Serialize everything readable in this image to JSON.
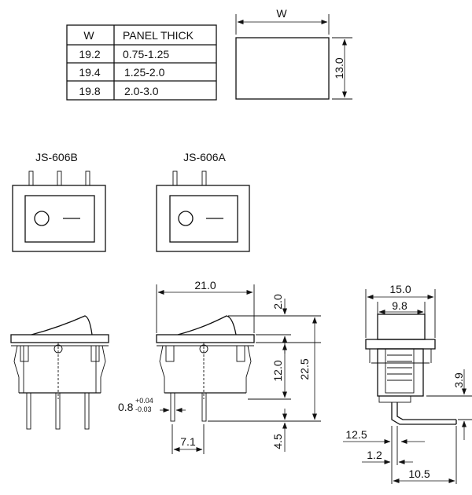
{
  "table": {
    "headers": [
      "W",
      "PANEL THICK"
    ],
    "rows": [
      [
        "19.2",
        "0.75-1.25"
      ],
      [
        "19.4",
        "1.25-2.0"
      ],
      [
        "19.8",
        "2.0-3.0"
      ]
    ]
  },
  "panel_cutout": {
    "width_label": "W",
    "height_label": "13.0"
  },
  "models": {
    "left": "JS-606B",
    "right": "JS-606A"
  },
  "front_view": {
    "width": "21.0",
    "top_height": "2.0",
    "body_height": "12.0",
    "total_height": "22.5",
    "terminal_length": "4.5",
    "terminal_thickness": "0.8",
    "tol_plus": "+0.04",
    "tol_minus": "-0.03",
    "terminal_pitch": "7.1"
  },
  "side_view": {
    "overall_width": "15.0",
    "actuator_width": "9.8",
    "offset": "3.9",
    "terminal_span": "12.5",
    "terminal_width": "1.2",
    "terminal_reach": "10.5"
  }
}
